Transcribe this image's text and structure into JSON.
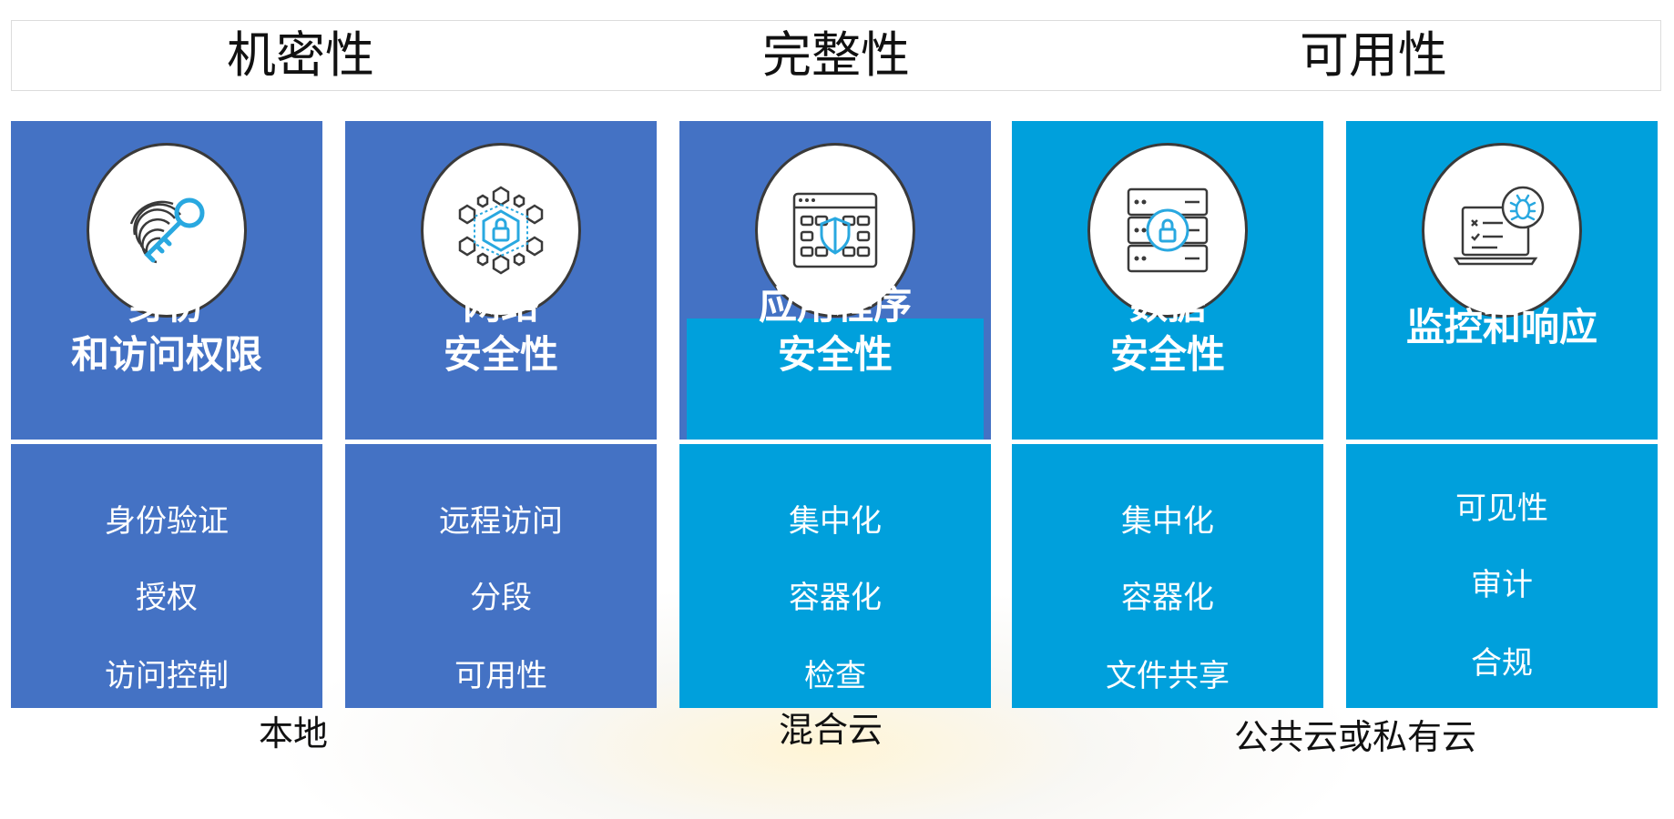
{
  "header": {
    "confidentiality": "机密性",
    "integrity": "完整性",
    "availability": "可用性"
  },
  "columns": [
    {
      "title_line1": "身份",
      "title_line2": "和访问权限",
      "icon": "fingerprint-key-icon",
      "items": [
        "身份验证",
        "授权",
        "访问控制"
      ]
    },
    {
      "title_line1": "网络",
      "title_line2": "安全性",
      "icon": "network-lock-icon",
      "items": [
        "远程访问",
        "分段",
        "可用性"
      ]
    },
    {
      "title_line1": "应用程序",
      "title_line2": "安全性",
      "icon": "app-shield-icon",
      "items": [
        "集中化",
        "容器化",
        "检查"
      ]
    },
    {
      "title_line1": "数据",
      "title_line2": "安全性",
      "icon": "server-lock-icon",
      "items": [
        "集中化",
        "容器化",
        "文件共享"
      ]
    },
    {
      "title_line1": "监控和响应",
      "title_line2": "",
      "icon": "laptop-bug-icon",
      "items": [
        "可见性",
        "审计",
        "合规"
      ]
    }
  ],
  "environments": {
    "on_prem": "本地",
    "hybrid": "混合云",
    "cloud": "公共云或私有云"
  },
  "colors": {
    "blue": "#4472c4",
    "cyan": "#00a0dc",
    "icon_accent": "#29a8e0",
    "icon_stroke": "#3a3a3a"
  }
}
